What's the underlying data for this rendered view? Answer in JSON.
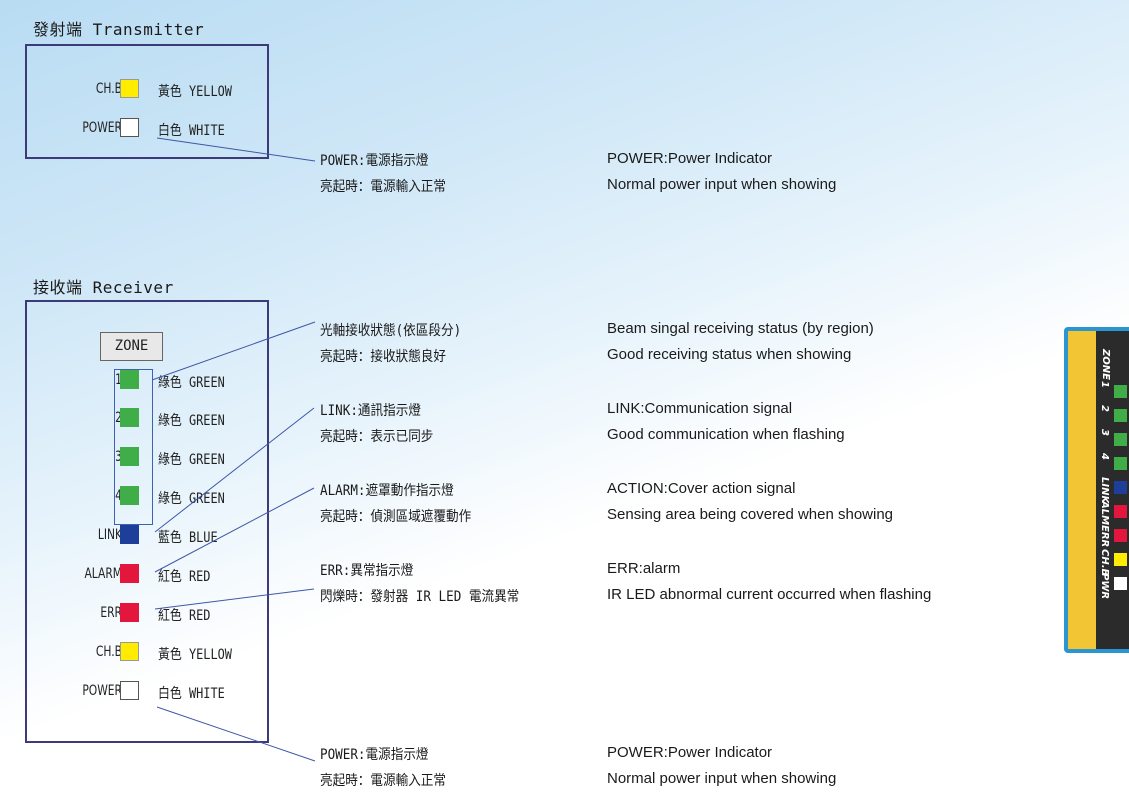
{
  "transmitter": {
    "title": "發射端 Transmitter",
    "rows": [
      {
        "label": "CH.B",
        "color": "#ffec00",
        "text": "黃色 YELLOW"
      },
      {
        "label": "POWER",
        "color": "#ffffff",
        "text": "白色 WHITE"
      }
    ],
    "power_desc": {
      "cn1": "POWER:電源指示燈",
      "cn2": "亮起時：電源輸入正常",
      "en1": "POWER:Power Indicator",
      "en2": "Normal power input when showing"
    }
  },
  "receiver": {
    "title": "接收端 Receiver",
    "zone_label": "ZONE",
    "rows": [
      {
        "label": "1",
        "color": "#3fae49",
        "text": "綠色 GREEN"
      },
      {
        "label": "2",
        "color": "#3fae49",
        "text": "綠色 GREEN"
      },
      {
        "label": "3",
        "color": "#3fae49",
        "text": "綠色 GREEN"
      },
      {
        "label": "4",
        "color": "#3fae49",
        "text": "綠色 GREEN"
      },
      {
        "label": "LINK",
        "color": "#1d3f99",
        "text": "藍色 BLUE"
      },
      {
        "label": "ALARM",
        "color": "#e3173d",
        "text": "紅色 RED"
      },
      {
        "label": "ERR",
        "color": "#e3173d",
        "text": "紅色 RED"
      },
      {
        "label": "CH.B",
        "color": "#ffec00",
        "text": "黃色 YELLOW"
      },
      {
        "label": "POWER",
        "color": "#ffffff",
        "text": "白色 WHITE"
      }
    ],
    "descriptions": [
      {
        "cn1": "光軸接收狀態(依區段分)",
        "cn2": "亮起時：接收狀態良好",
        "en1": "Beam singal receiving status (by region)",
        "en2": "Good receiving status when showing"
      },
      {
        "cn1": "LINK:通訊指示燈",
        "cn2": "亮起時：表示已同步",
        "en1": "LINK:Communication signal",
        "en2": "Good communication when flashing"
      },
      {
        "cn1": "ALARM:遮罩動作指示燈",
        "cn2": "亮起時：偵測區域遮覆動作",
        "en1": "ACTION:Cover action signal",
        "en2": "Sensing area being covered when showing"
      },
      {
        "cn1": "ERR:異常指示燈",
        "cn2": "閃爍時：發射器 IR LED 電流異常",
        "en1": "ERR:alarm",
        "en2": "IR LED abnormal current occurred when flashing"
      },
      {
        "cn1": "POWER:電源指示燈",
        "cn2": "亮起時：電源輸入正常",
        "en1": "POWER:Power Indicator",
        "en2": "Normal power input when showing"
      }
    ]
  },
  "device": {
    "zone_label": "ZONE",
    "labels": [
      "1",
      "2",
      "3",
      "4",
      "LINK",
      "ALM",
      "ERR",
      "CH.B",
      "PWR"
    ],
    "led_colors": [
      "#3fae49",
      "#3fae49",
      "#3fae49",
      "#3fae49",
      "#1d3f99",
      "#e3173d",
      "#e3173d",
      "#ffec00",
      "#ffffff"
    ]
  }
}
